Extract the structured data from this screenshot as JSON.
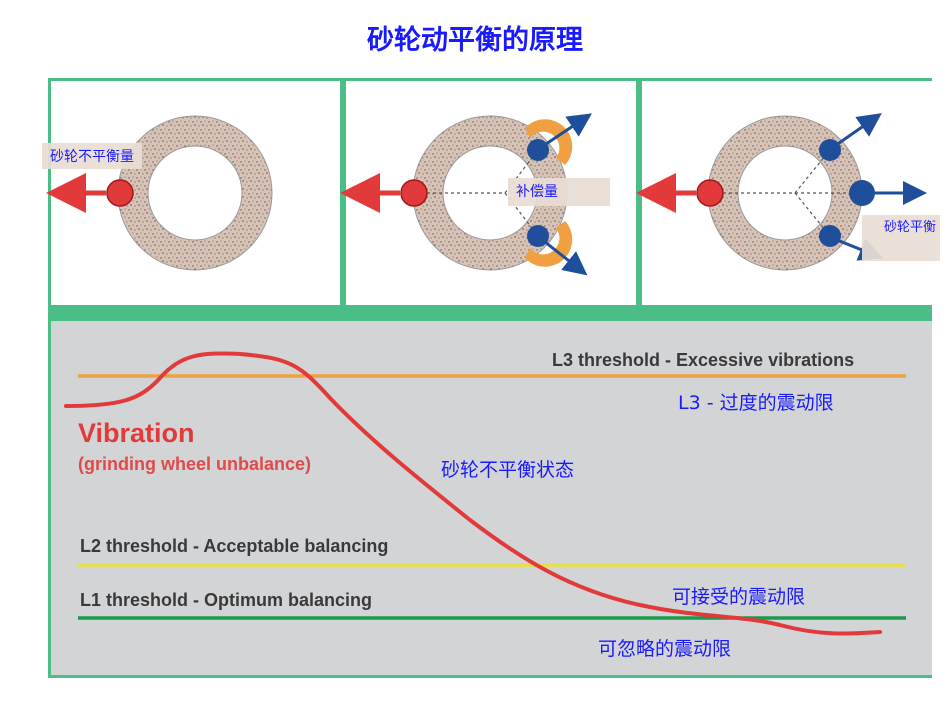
{
  "title": "砂轮动平衡的原理",
  "panels": {
    "left_tag": "砂轮不平衡量",
    "middle_tag": "补偿量",
    "right_tag": "砂轮平衡"
  },
  "chart": {
    "curve_label": "Vibration",
    "curve_sublabel": "(grinding wheel unbalance)",
    "curve_cn": "砂轮不平衡状态",
    "l3_label": "L3 threshold - Excessive vibrations",
    "l3_cn": "L3 -  过度的震动限",
    "l2_label": "L2 threshold - Acceptable balancing",
    "l2_cn": "可接受的震动限",
    "l1_label": "L1 threshold - Optimum balancing",
    "l1_cn": "可忽略的震动限"
  },
  "colors": {
    "title": "#1a1aff",
    "frame": "#4bbd86",
    "vibration": "#e23a3a",
    "l3": "#f0a040",
    "l2": "#e6e040",
    "l1": "#1a9a4a",
    "weight": "#1f4f9a",
    "compensation": "#f0a040"
  }
}
